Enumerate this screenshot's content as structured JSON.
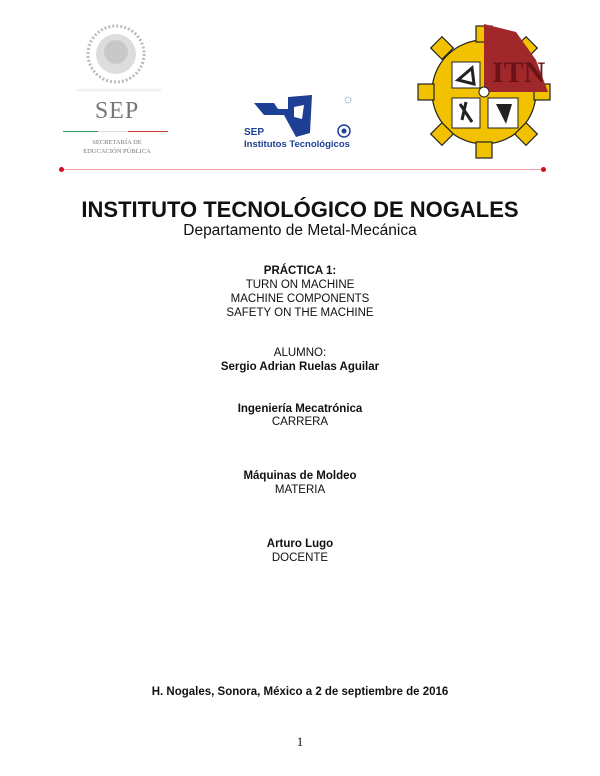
{
  "header": {
    "sep_logo": {
      "wordmark": "SEP",
      "line1": "SECRETARÍA DE",
      "line2": "EDUCACIÓN PÚBLICA"
    },
    "it_logo": {
      "wordmark": "SEP",
      "subtitle": "Institutos Tecnológicos"
    },
    "itn_logo": {
      "letters": "ITN"
    },
    "colors": {
      "divider": "#f0a0a0",
      "divider_dot": "#d01020",
      "it_blue": "#1d3f94",
      "gear_yellow": "#f2c200",
      "itn_red": "#a0282a"
    }
  },
  "title": "INSTITUTO TECNOLÓGICO DE NOGALES",
  "department": "Departamento de Metal-Mecánica",
  "practice": {
    "heading": "PRÁCTICA 1:",
    "lines": [
      "TURN ON MACHINE",
      "MACHINE COMPONENTS",
      "SAFETY ON THE MACHINE"
    ]
  },
  "student": {
    "label": "ALUMNO:",
    "name": "Sergio Adrian Ruelas Aguilar"
  },
  "career": {
    "value": "Ingeniería Mecatrónica",
    "label": "CARRERA"
  },
  "subject": {
    "value": "Máquinas de Moldeo",
    "label": "MATERIA"
  },
  "teacher": {
    "value": "Arturo Lugo",
    "label": "DOCENTE"
  },
  "place_date": "H. Nogales, Sonora, México a 2 de septiembre de 2016",
  "page_number": "1"
}
